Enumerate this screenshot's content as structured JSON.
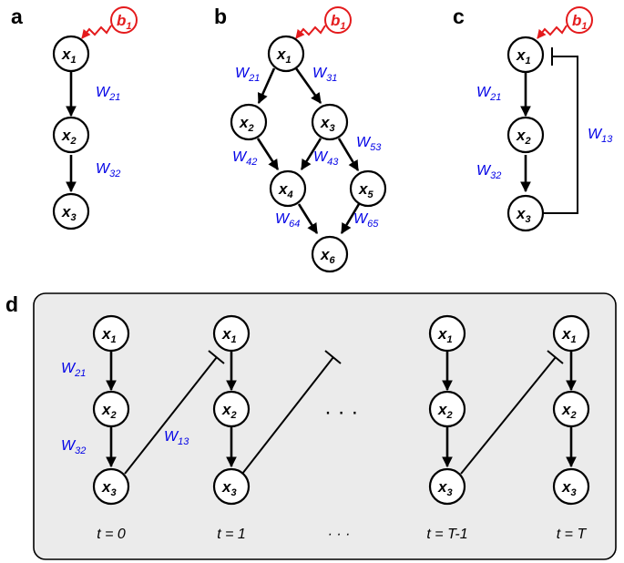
{
  "panels": {
    "a": "a",
    "b": "b",
    "c": "c",
    "d": "d"
  },
  "nodes": {
    "x": "x",
    "b": "b",
    "s1": "1",
    "s2": "2",
    "s3": "3",
    "s4": "4",
    "s5": "5",
    "s6": "6"
  },
  "weights": {
    "W": "W",
    "w21": "21",
    "w32": "32",
    "w31": "31",
    "w42": "42",
    "w43": "43",
    "w53": "53",
    "w64": "64",
    "w65": "65",
    "w13": "13"
  },
  "time_labels": [
    "t = 0",
    "t = 1",
    "· · ·",
    "t = T-1",
    "t = T"
  ],
  "ellipsis": "· · ·",
  "colors": {
    "perturbation": "#e41a1c",
    "weight_label": "#0000e6",
    "panel_bg": "#ebebeb"
  }
}
